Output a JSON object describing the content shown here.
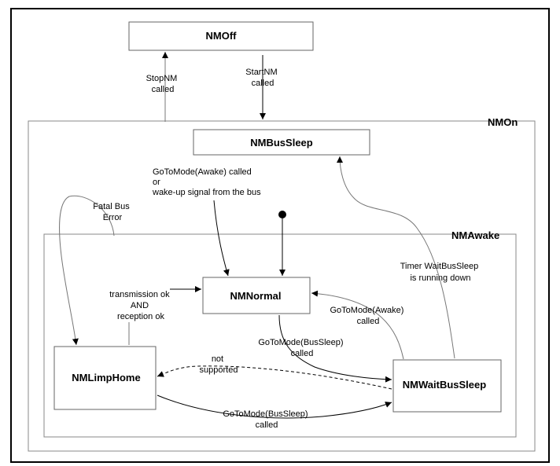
{
  "regions": {
    "nmon": "NMOn",
    "nmawake": "NMAwake"
  },
  "states": {
    "nmoff": "NMOff",
    "nmbussleep": "NMBusSleep",
    "nmnormal": "NMNormal",
    "nmlimphome": "NMLimpHome",
    "nmwaitbussleep": "NMWaitBusSleep"
  },
  "transitions": {
    "stopnm": [
      "StopNM",
      "called"
    ],
    "startnm": [
      "StartNM",
      "called"
    ],
    "wakeup": [
      "GoToMode(Awake) called",
      "or",
      "wake-up signal from the bus"
    ],
    "fatal": [
      "Fatal Bus",
      "Error"
    ],
    "timer": [
      "Timer WaitBusSleep",
      "is running down"
    ],
    "txok": [
      "transmission ok",
      "AND",
      "reception ok"
    ],
    "awake_back": [
      "GoToMode(Awake)",
      "called"
    ],
    "bussleep_normal": [
      "GoToMode(BusSleep)",
      "called"
    ],
    "not_supported": [
      "not",
      "supported"
    ],
    "bussleep_limp": [
      "GoToMode(BusSleep)",
      "called"
    ]
  }
}
